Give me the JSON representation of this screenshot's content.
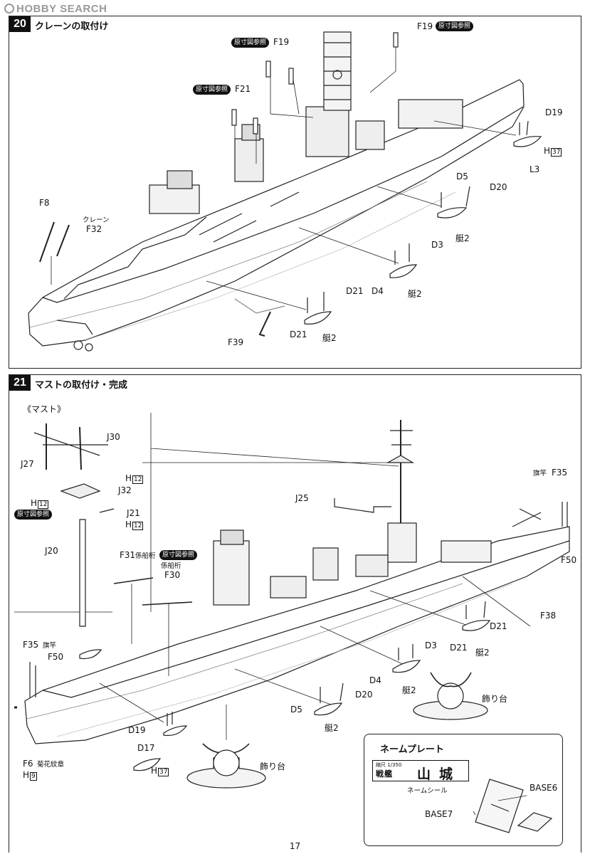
{
  "watermark": "HOBBY SEARCH",
  "steps": [
    {
      "number": "20",
      "title": "クレーンの取付け"
    },
    {
      "number": "21",
      "title": "マストの取付け・完成"
    }
  ],
  "step20_labels": {
    "F19_top": "F19",
    "F19_mid": "F19",
    "F21": "F21",
    "gensun1": "原寸図参照",
    "gensun2": "原寸図参照",
    "gensun3": "原寸図参照",
    "D19": "D19",
    "H37": "H",
    "H37_box": "37",
    "L3": "L3",
    "D5": "D5",
    "D20": "D20",
    "tei_a": "艇2",
    "F8": "F8",
    "crane": "クレーン",
    "F32": "F32",
    "D3": "D3",
    "D4": "D4",
    "tei_b": "艇2",
    "D21_a": "D21",
    "D21_b": "D21",
    "tei_c": "艇2",
    "F39": "F39"
  },
  "step21_labels": {
    "mast_title": "《マスト》",
    "J30": "J30",
    "J27": "J27",
    "H12_a": "H",
    "H12_a_box": "12",
    "J32": "J32",
    "H12_b": "H",
    "H12_b_box": "12",
    "gensun_mast": "原寸図参照",
    "J21": "J21",
    "H12_c": "H",
    "H12_c_box": "12",
    "J20": "J20",
    "J25": "J25",
    "F31": "F31",
    "keisenko1": "係船桁",
    "gensun4": "原寸図参照",
    "keisenko2": "係船桁",
    "F30": "F30",
    "hatazao1": "旗竿",
    "F35_right": "F35",
    "F50_right": "F50",
    "F38": "F38",
    "D21_c": "D21",
    "D21_d": "D21",
    "tei_d": "艇2",
    "D3": "D3",
    "D4": "D4",
    "tei_e": "艇2",
    "kazaridai1": "飾り台",
    "F35_left": "F35",
    "hatazao2": "旗竿",
    "F50_left": "F50",
    "D5": "D5",
    "D20": "D20",
    "tei_f": "艇2",
    "D19": "D19",
    "D17": "D17",
    "H37": "H",
    "H37_box": "37",
    "F6": "F6",
    "kikamon": "菊花紋章",
    "H9": "H",
    "H9_box": "9",
    "kazaridai2": "飾り台"
  },
  "nameplate": {
    "title": "ネームプレート",
    "scale": "縮尺 1/350",
    "ship_type": "戦艦",
    "ship_name": "山城",
    "seal_label": "ネームシール",
    "BASE6": "BASE6",
    "BASE7": "BASE7"
  },
  "page_number": "17"
}
